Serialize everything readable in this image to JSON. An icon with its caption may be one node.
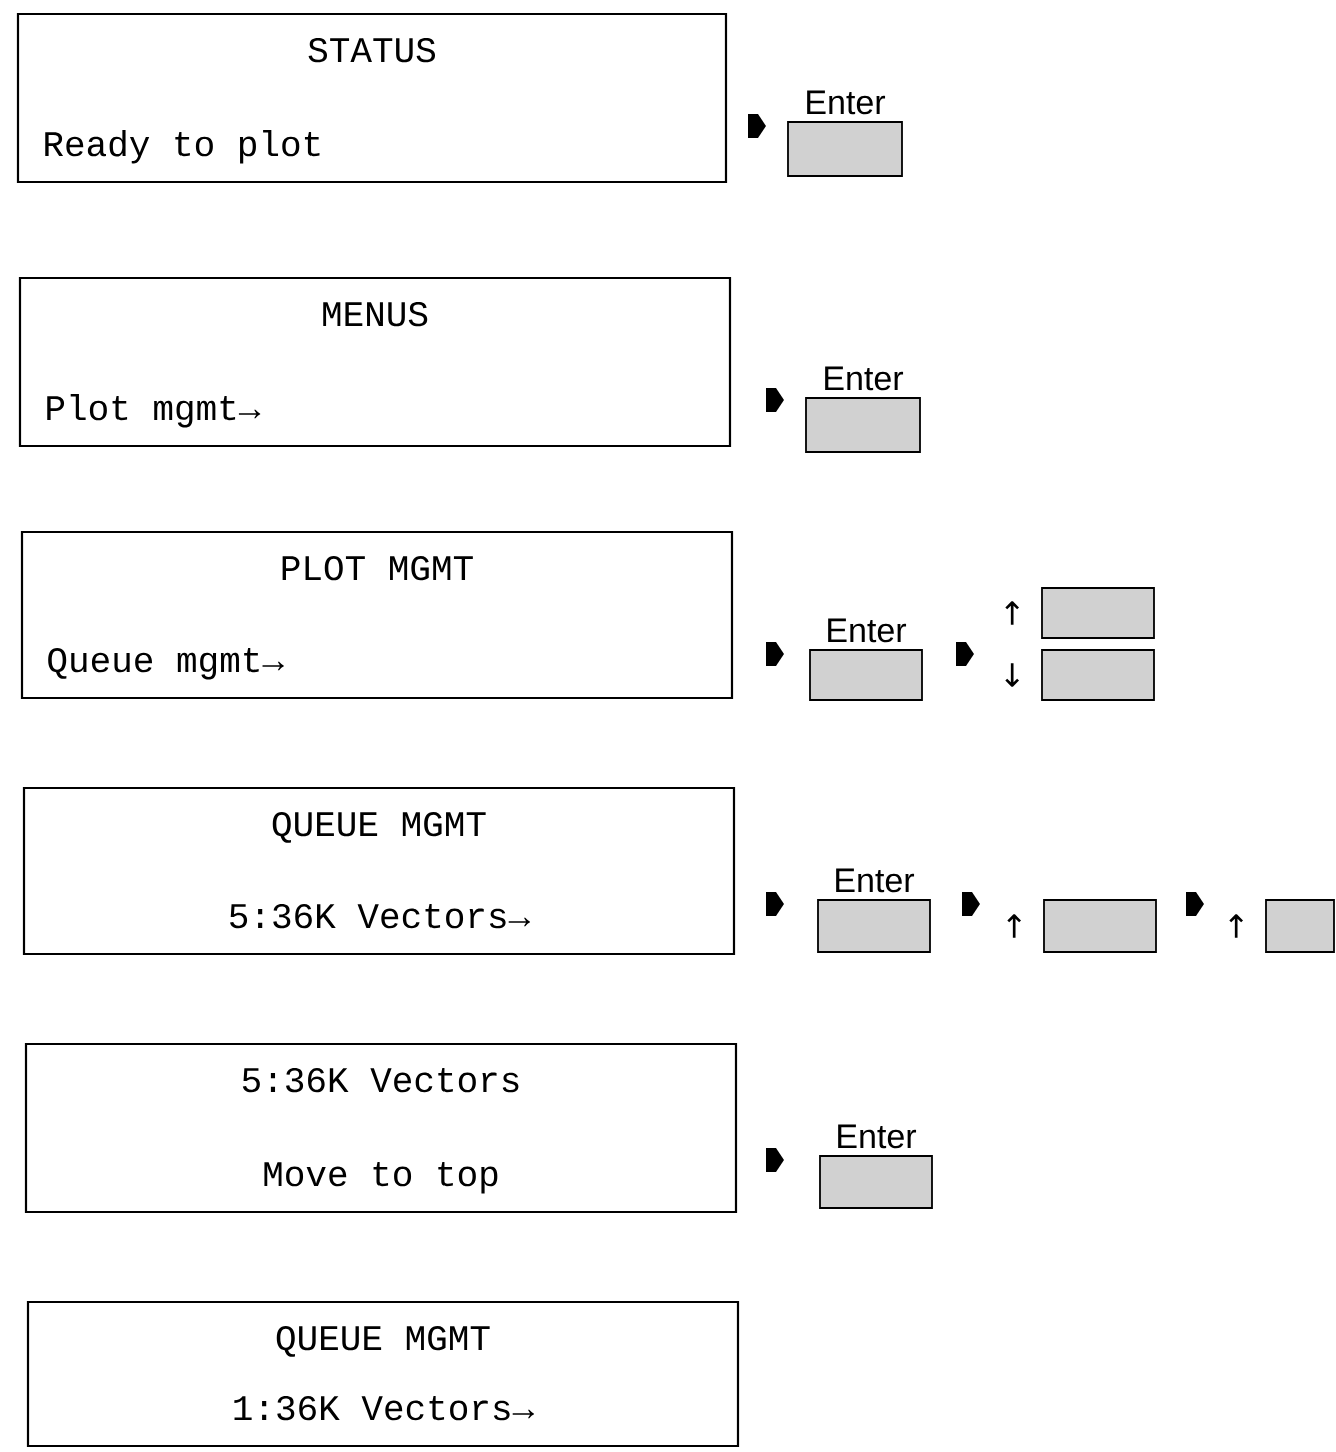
{
  "diagram": {
    "nodes": [
      {
        "text": [
          "STATUS",
          "Ready to plot"
        ]
      },
      {
        "text": [
          "Enter"
        ]
      },
      {
        "text": [
          "MENUS",
          "Plot mgmt→"
        ]
      },
      {
        "text": [
          "Enter"
        ]
      },
      {
        "text": [
          "PLOT MGMT",
          "Queue mgmt→"
        ]
      },
      {
        "text": [
          "Enter"
        ]
      },
      {
        "text": [],
        "shape": "box",
        "beside": [
          "↑"
        ]
      },
      {
        "text": [],
        "shape": "box",
        "beside": [
          "↓"
        ]
      },
      {
        "text": [
          "QUEUE MGMT",
          "5:36K Vectors→"
        ]
      },
      {
        "text": [
          "Enter"
        ]
      },
      {
        "text": [],
        "shape": "box",
        "beside": [
          "↑"
        ]
      },
      {
        "text": [],
        "shape": "box",
        "beside": [
          "↑"
        ]
      },
      {
        "text": [
          "5:36K Vectors",
          "Move to top"
        ]
      },
      {
        "text": [
          "Enter"
        ]
      },
      {
        "text": [
          "QUEUE MGMT",
          "1:36K Vectors→"
        ]
      }
    ]
  }
}
